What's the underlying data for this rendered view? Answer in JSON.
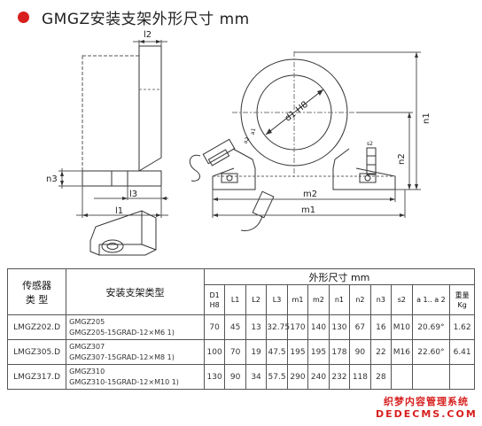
{
  "title": "GMGZ安装支架外形尺寸 mm",
  "dims": {
    "l2": "l2",
    "n3": "n3",
    "l3": "l3",
    "l1": "l1",
    "d1h8": "d1 H8",
    "a1": "a1",
    "a2": "a2",
    "s2": "s2",
    "n1": "n1",
    "n2": "n2",
    "m2": "m2",
    "m1": "m1"
  },
  "table": {
    "header_sensor": [
      "传感器",
      "类  型"
    ],
    "header_bracket": "安装支架类型",
    "header_dims": "外形尺寸 mm",
    "columns": [
      [
        "D1",
        "H8"
      ],
      [
        "L1"
      ],
      [
        "L2"
      ],
      [
        "L3"
      ],
      [
        "m1"
      ],
      [
        "m2"
      ],
      [
        "n1"
      ],
      [
        "n2"
      ],
      [
        "n3"
      ],
      [
        "s2"
      ],
      [
        "a 1.. a 2"
      ],
      [
        "重量",
        "Kg"
      ]
    ],
    "rows": [
      {
        "sensor": "LMGZ202.D",
        "bracket": [
          "GMGZ205",
          "GMGZ205-15GRAD-12×M6 1)"
        ],
        "values": [
          "70",
          "45",
          "13",
          "32.75",
          "170",
          "140",
          "130",
          "67",
          "16",
          "M10",
          "20.69°",
          "1.62"
        ]
      },
      {
        "sensor": "LMGZ305.D",
        "bracket": [
          "GMGZ307",
          "GMGZ307-15GRAD-12×M8 1)"
        ],
        "values": [
          "100",
          "70",
          "19",
          "47.5",
          "195",
          "195",
          "178",
          "90",
          "22",
          "M16",
          "22.60°",
          "6.41"
        ]
      },
      {
        "sensor": "LMGZ317.D",
        "bracket": [
          "GMGZ310",
          "GMGZ310-15GRAD-12×M10 1)"
        ],
        "values": [
          "130",
          "90",
          "34",
          "57.5",
          "290",
          "240",
          "232",
          "118",
          "28",
          "",
          "",
          ""
        ]
      }
    ]
  },
  "watermark": {
    "line1": "织梦内容管理系统",
    "line2": "DEDECMS.COM"
  }
}
